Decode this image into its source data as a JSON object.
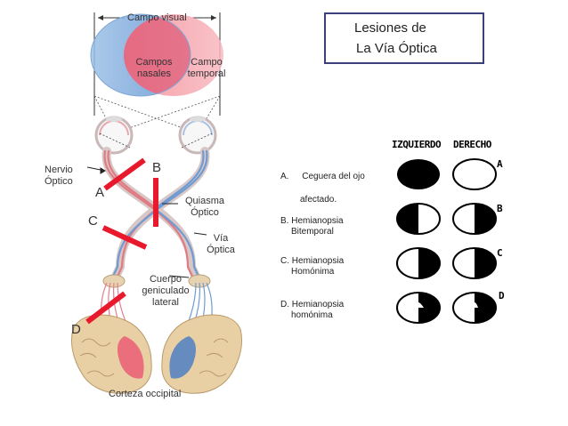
{
  "diagram": {
    "campo_visual": "Campo visual",
    "campos_nasales": [
      "Campos",
      "nasales"
    ],
    "campo_temporal": [
      "Campo",
      "temporal"
    ],
    "nervio_optico": [
      "Nervio",
      "Óptico"
    ],
    "quiasma_optico": [
      "Quiasma",
      "Óptico"
    ],
    "via_optica": [
      "Vía",
      "Óptica"
    ],
    "cuerpo_geniculado": [
      "Cuerpo",
      "geniculado",
      "lateral"
    ],
    "corteza_occipital": "Corteza occipital",
    "lesion_labels": {
      "a": "A",
      "b": "B",
      "c": "C",
      "d": "D"
    }
  },
  "title": {
    "line1": "Lesiones de",
    "line2": "La Vía Óptica"
  },
  "lesions": [
    {
      "letter": "A.",
      "text": "Ceguera del ojo",
      "text2": "afectado."
    },
    {
      "letter": "B.",
      "text": "Hemianopsia",
      "text2": "Bitemporal"
    },
    {
      "letter": "C.",
      "text": "Hemianopsia",
      "text2": "Homónima"
    },
    {
      "letter": "D.",
      "text": "Hemianopsia",
      "text2": "homónima"
    }
  ],
  "fields": {
    "izquierdo": "IZQUIERDO",
    "derecho": "DERECHO",
    "row_labels": [
      "A",
      "B",
      "C",
      "D"
    ]
  },
  "colors": {
    "lesion": "#e8192c",
    "nasal": "#4a7fc1",
    "temporal": "#f28c96",
    "title_border": "#3b3f7a"
  }
}
